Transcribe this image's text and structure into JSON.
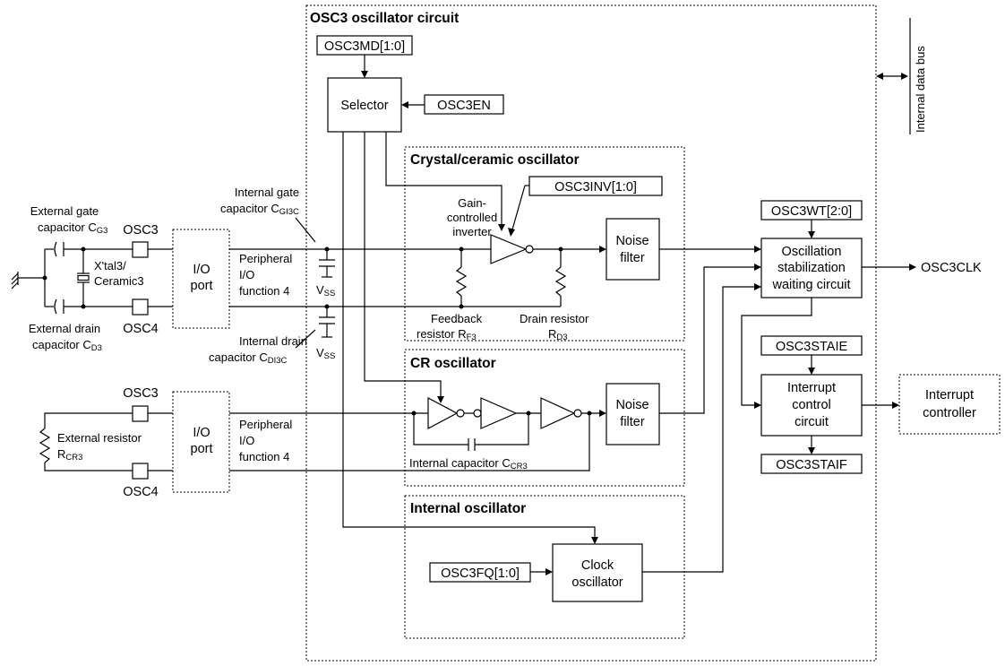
{
  "title": "OSC3 oscillator circuit",
  "bus_label": "Internal data bus",
  "sections": {
    "crystal": "Crystal/ceramic oscillator",
    "cr": "CR oscillator",
    "internal": "Internal oscillator"
  },
  "registers": {
    "osc3md": "OSC3MD[1:0]",
    "osc3en": "OSC3EN",
    "osc3inv": "OSC3INV[1:0]",
    "osc3wt": "OSC3WT[2:0]",
    "osc3staie": "OSC3STAIE",
    "osc3staif": "OSC3STAIF",
    "osc3fq": "OSC3FQ[1:0]"
  },
  "blocks": {
    "selector": "Selector",
    "noise_filter": [
      "Noise",
      "filter"
    ],
    "io_port": [
      "I/O",
      "port"
    ],
    "stabilization": [
      "Oscillation",
      "stabilization",
      "waiting circuit"
    ],
    "interrupt_control": [
      "Interrupt",
      "control",
      "circuit"
    ],
    "interrupt_controller": [
      "Interrupt",
      "controller"
    ],
    "clock_oscillator": [
      "Clock",
      "oscillator"
    ]
  },
  "pins": {
    "osc3": "OSC3",
    "osc4": "OSC4"
  },
  "labels": {
    "ext_gate_cap": [
      "External gate",
      "capacitor C",
      "G3"
    ],
    "ext_drain_cap": [
      "External drain",
      "capacitor C",
      "D3"
    ],
    "xtal": [
      "X'tal3/",
      "Ceramic3"
    ],
    "int_gate_cap": [
      "Internal gate",
      "capacitor C",
      "GI3C"
    ],
    "int_drain_cap": [
      "Internal drain",
      "capacitor C",
      "DI3C"
    ],
    "peripheral": [
      "Peripheral",
      "I/O",
      "function 4"
    ],
    "vss": [
      "V",
      "SS"
    ],
    "gain_inverter": [
      "Gain-",
      "controlled",
      "inverter"
    ],
    "feedback_resistor": [
      "Feedback",
      "resistor R",
      "F3"
    ],
    "drain_resistor": [
      "Drain resistor",
      "R",
      "D3"
    ],
    "ext_resistor": [
      "External resistor",
      "R",
      "CR3"
    ],
    "int_capacitor": [
      "Internal capacitor C",
      "CR3"
    ],
    "osc3clk": "OSC3CLK"
  }
}
